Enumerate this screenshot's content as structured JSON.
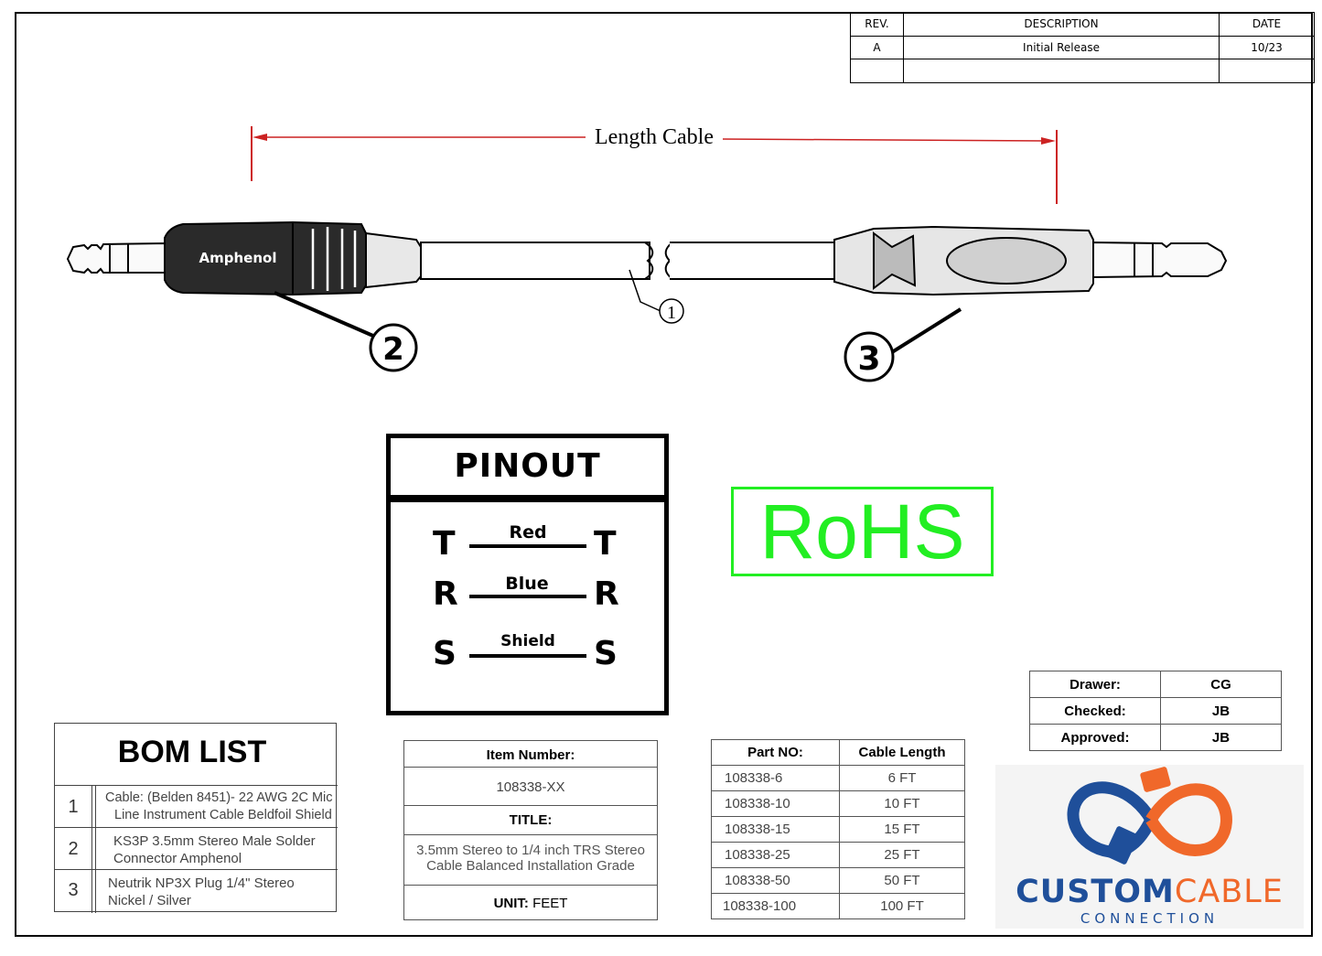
{
  "revision_table": {
    "headers": [
      "REV.",
      "DESCRIPTION",
      "DATE"
    ],
    "rows": [
      [
        "A",
        "Initial Release",
        "10/23"
      ],
      [
        "",
        "",
        ""
      ]
    ]
  },
  "drawing": {
    "dimension_label": "Length Cable",
    "brand_on_connector": "Amphenol",
    "callouts": [
      "1",
      "2",
      "3"
    ]
  },
  "pinout": {
    "title": "PINOUT",
    "pins": [
      {
        "left": "T",
        "wire": "Red",
        "right": "T"
      },
      {
        "left": "R",
        "wire": "Blue",
        "right": "R"
      },
      {
        "left": "S",
        "wire": "Shield",
        "right": "S"
      }
    ]
  },
  "rohs": "RoHS",
  "bom": {
    "title": "BOM LIST",
    "items": [
      {
        "num": "1",
        "line1": "Cable: (Belden 8451)- 22 AWG 2C Mic",
        "line2": "Line Instrument Cable Beldfoil Shield"
      },
      {
        "num": "2",
        "line1": "KS3P 3.5mm Stereo Male Solder",
        "line2": "Connector Amphenol"
      },
      {
        "num": "3",
        "line1": "Neutrik NP3X Plug 1/4\" Stereo",
        "line2": "Nickel / Silver"
      }
    ]
  },
  "item_block": {
    "item_label": "Item Number:",
    "item_value": "108338-XX",
    "title_label": "TITLE:",
    "title_line1": "3.5mm Stereo to 1/4 inch TRS Stereo",
    "title_line2": "Cable Balanced Installation Grade",
    "unit_label": "UNIT:",
    "unit_value": "FEET"
  },
  "parts_table": {
    "headers": [
      "Part NO:",
      "Cable Length"
    ],
    "rows": [
      [
        "108338-6",
        "6 FT"
      ],
      [
        "108338-10",
        "10 FT"
      ],
      [
        "108338-15",
        "15 FT"
      ],
      [
        "108338-25",
        "25 FT"
      ],
      [
        "108338-50",
        "50 FT"
      ],
      [
        "108338-100",
        "100 FT"
      ]
    ]
  },
  "signoff": [
    {
      "label": "Drawer:",
      "value": "CG"
    },
    {
      "label": "Checked:",
      "value": "JB"
    },
    {
      "label": "Approved:",
      "value": "JB"
    }
  ],
  "logo": {
    "word1": "CUSTOM",
    "word2": "CABLE",
    "sub": "CONNECTION",
    "color_blue": "#1f4f9a",
    "color_orange": "#f0682a"
  },
  "colors": {
    "dimension_red": "#cc2222",
    "rohs_green": "#22ee22"
  }
}
